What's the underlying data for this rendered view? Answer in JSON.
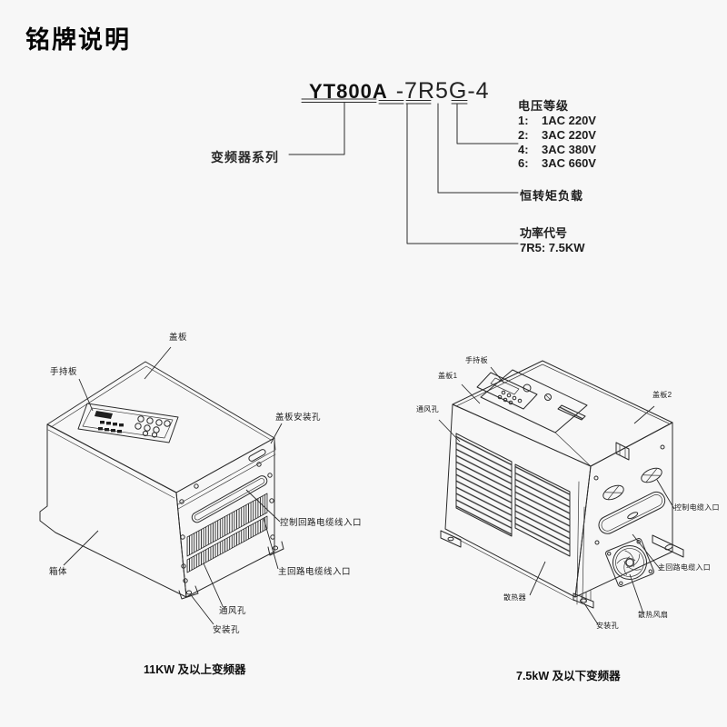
{
  "title": "铭牌说明",
  "model": {
    "series": "YT800A",
    "suffix": "-7R5G-4",
    "series_label": "变频器系列",
    "voltage": {
      "title": "电压等级",
      "items": [
        {
          "code": "1:",
          "value": "1AC 220V"
        },
        {
          "code": "2:",
          "value": "3AC 220V"
        },
        {
          "code": "4:",
          "value": "3AC 380V"
        },
        {
          "code": "6:",
          "value": "3AC 660V"
        }
      ]
    },
    "torque_label": "恒转矩负载",
    "power_label": "功率代号",
    "power_value": "7R5: 7.5KW"
  },
  "left_unit": {
    "labels": {
      "cover": "盖板",
      "keypad": "手持板",
      "cover_hole": "盖板安装孔",
      "control_entry": "控制回路电缆线入口",
      "main_entry": "主回路电缆线入口",
      "body": "箱体",
      "vent": "通风孔",
      "mount": "安装孔"
    },
    "caption": "11KW 及以上变频器"
  },
  "right_unit": {
    "labels": {
      "keypad": "手持板",
      "cover1": "盖板1",
      "vent": "通风孔",
      "cover2": "盖板2",
      "control_entry": "控制电缆入口",
      "main_entry": "主回路电缆入口",
      "heatsink": "散热器",
      "fan": "散热风扇",
      "mount": "安装孔"
    },
    "caption": "7.5kW 及以下变频器"
  },
  "colors": {
    "background": "#f7f7f7",
    "line": "#2b2b2b",
    "text": "#161616"
  }
}
